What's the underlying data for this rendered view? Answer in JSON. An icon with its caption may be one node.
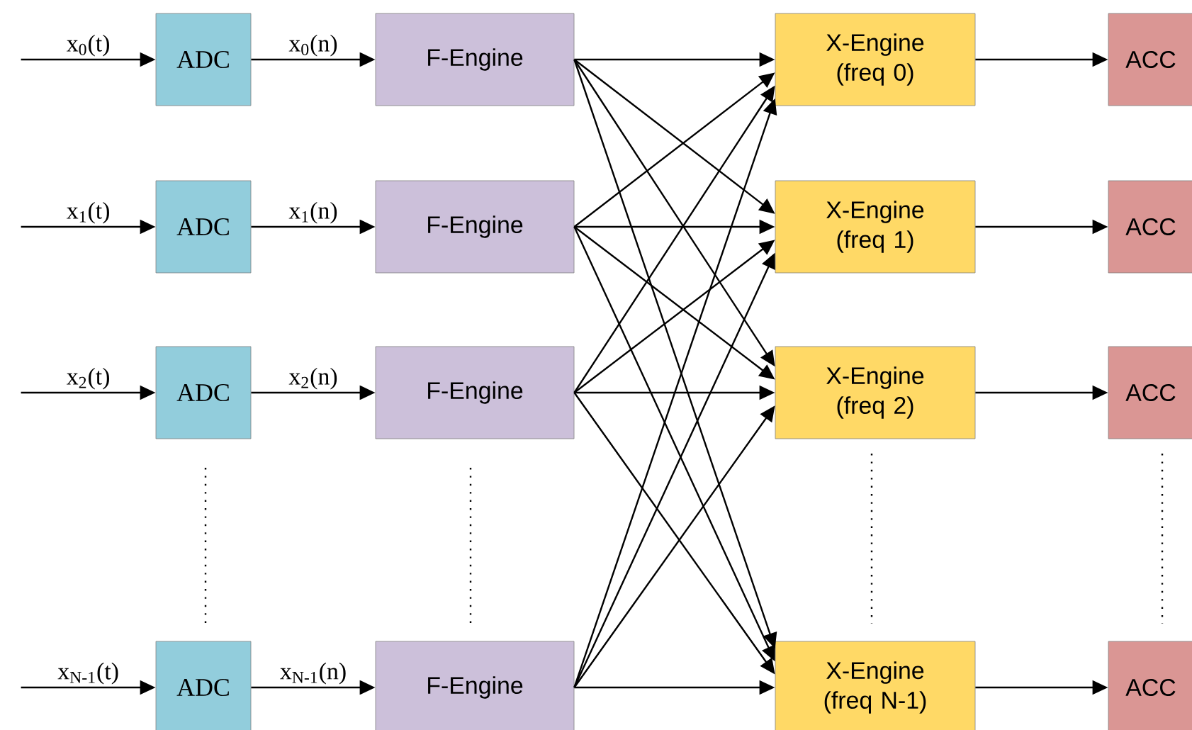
{
  "diagram": {
    "nodes": [
      {
        "text": [
          "ADC"
        ]
      },
      {
        "text": [
          "F-Engine"
        ]
      },
      {
        "text": [
          "X-Engine (freq 0)"
        ]
      },
      {
        "text": [
          "ACC"
        ]
      },
      {
        "text": [
          "ADC"
        ]
      },
      {
        "text": [
          "F-Engine"
        ]
      },
      {
        "text": [
          "X-Engine (freq 1)"
        ]
      },
      {
        "text": [
          "ACC"
        ]
      },
      {
        "text": [
          "ADC"
        ]
      },
      {
        "text": [
          "F-Engine"
        ]
      },
      {
        "text": [
          "X-Engine (freq 2)"
        ]
      },
      {
        "text": [
          "ACC"
        ]
      },
      {
        "text": [
          "ADC"
        ]
      },
      {
        "text": [
          "F-Engine"
        ]
      },
      {
        "text": [
          "X-Engine (freq N-1)"
        ]
      },
      {
        "text": [
          "ACC"
        ]
      }
    ],
    "edges": [
      {
        "from": null,
        "to": 0,
        "arrow": "to",
        "label": "x$_{0}$(t)"
      },
      {
        "from": 0,
        "to": 1,
        "arrow": "to",
        "label": "x$_{0}$(n)"
      },
      {
        "from": null,
        "to": 4,
        "arrow": "to",
        "label": "x$_{1}$(t)"
      },
      {
        "from": 4,
        "to": 5,
        "arrow": "to",
        "label": "x$_{1}$(n)"
      },
      {
        "from": null,
        "to": 8,
        "arrow": "to",
        "label": "x$_{2}$(t)"
      },
      {
        "from": 8,
        "to": 9,
        "arrow": "to",
        "label": "x$_{2}$(n)"
      },
      {
        "from": null,
        "to": 12,
        "arrow": "to",
        "label": "x$_{N-1}$(t)"
      },
      {
        "from": 12,
        "to": 13,
        "arrow": "to",
        "label": "x$_{N-1}$(n)"
      },
      {
        "from": 1,
        "to": 2,
        "arrow": "to"
      },
      {
        "from": 1,
        "to": 6,
        "arrow": "to"
      },
      {
        "from": 1,
        "to": 10,
        "arrow": "to"
      },
      {
        "from": 1,
        "to": 14,
        "arrow": "to"
      },
      {
        "from": 5,
        "to": 2,
        "arrow": "to"
      },
      {
        "from": 5,
        "to": 6,
        "arrow": "to"
      },
      {
        "from": 5,
        "to": 10,
        "arrow": "to"
      },
      {
        "from": 5,
        "to": 14,
        "arrow": "to"
      },
      {
        "from": 9,
        "to": 2,
        "arrow": "to"
      },
      {
        "from": 9,
        "to": 6,
        "arrow": "to"
      },
      {
        "from": 9,
        "to": 10,
        "arrow": "to"
      },
      {
        "from": 9,
        "to": 14,
        "arrow": "to"
      },
      {
        "from": 13,
        "to": 2,
        "arrow": "to"
      },
      {
        "from": 13,
        "to": 6,
        "arrow": "to"
      },
      {
        "from": 13,
        "to": 10,
        "arrow": "to"
      },
      {
        "from": 13,
        "to": 14,
        "arrow": "to"
      },
      {
        "from": 2,
        "to": 3,
        "arrow": "to"
      },
      {
        "from": 6,
        "to": 7,
        "arrow": "to"
      },
      {
        "from": 10,
        "to": 11,
        "arrow": "to"
      },
      {
        "from": 14,
        "to": 15,
        "arrow": "to"
      }
    ]
  }
}
